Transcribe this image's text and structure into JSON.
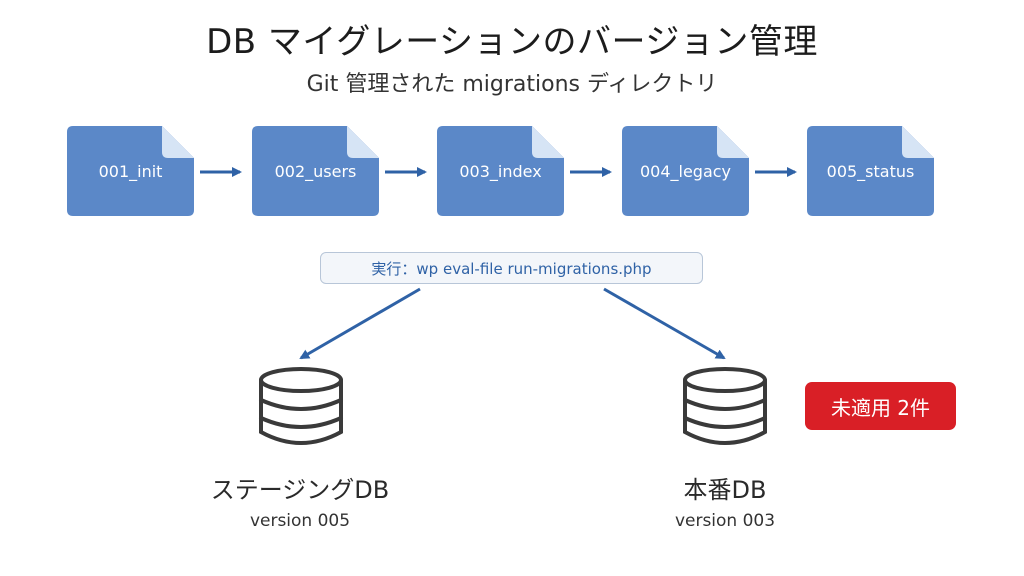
{
  "title": "DB マイグレーションのバージョン管理",
  "subtitle": "Git 管理された migrations ディレクトリ",
  "migrations": [
    {
      "label": "001_init"
    },
    {
      "label": "002_users"
    },
    {
      "label": "003_index"
    },
    {
      "label": "004_legacy"
    },
    {
      "label": "005_status"
    }
  ],
  "command": "実行：wp eval-file run-migrations.php",
  "databases": {
    "staging": {
      "name": "ステージングDB",
      "version": "version 005"
    },
    "production": {
      "name": "本番DB",
      "version": "version 003"
    }
  },
  "badge": {
    "label": "未適用 2件"
  },
  "colors": {
    "file_fill": "#5b88c8",
    "file_fold": "#d6e4f5",
    "arrow": "#2f62a6",
    "db_stroke": "#3a3a3a",
    "badge": "#d91f26",
    "command_text": "#2f62a6"
  },
  "icons": {
    "file": "file-icon",
    "database": "database-icon"
  }
}
